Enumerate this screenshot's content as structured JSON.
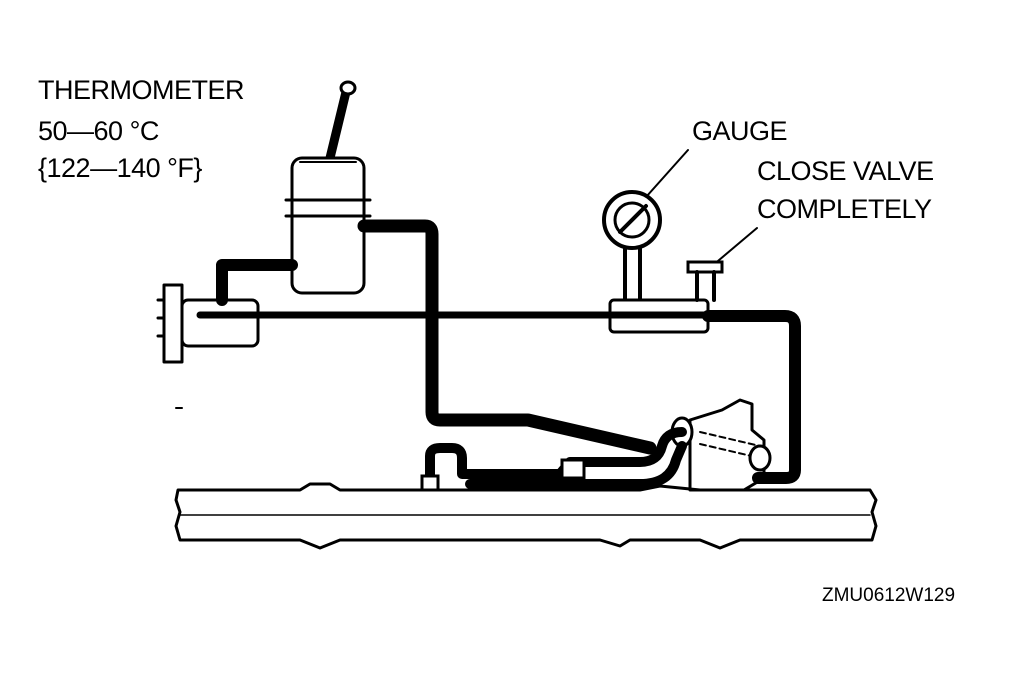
{
  "labels": {
    "thermometer": "THERMOMETER",
    "temp_c": "50—60 °C",
    "temp_f": "{122—140 °F}",
    "gauge": "GAUGE",
    "close_valve_1": "CLOSE VALVE",
    "close_valve_2": "COMPLETELY",
    "figure_code": "ZMU0612W129"
  },
  "colors": {
    "ink": "#000000",
    "paper": "#ffffff"
  }
}
